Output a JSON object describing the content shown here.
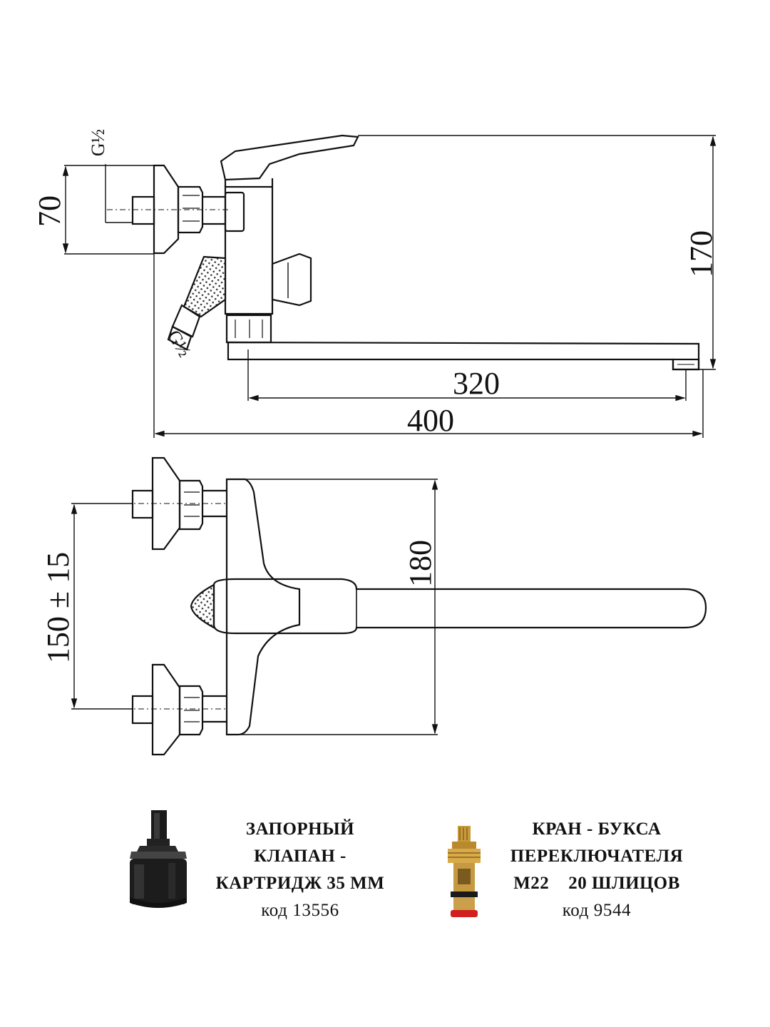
{
  "dimensions": {
    "side_view": {
      "height_inlet": "70",
      "height_total": "170",
      "spout_length": "320",
      "total_length": "400",
      "thread_top": "G½",
      "thread_bottom": "G½"
    },
    "top_view": {
      "inlet_spacing": "150 ± 15",
      "body_width": "180"
    }
  },
  "parts": [
    {
      "name_lines": [
        "ЗАПОРНЫЙ",
        "КЛАПАН -",
        "КАРТРИДЖ 35 ММ"
      ],
      "code": "код 13556"
    },
    {
      "name_lines": [
        "КРАН - БУКСА",
        "ПЕРЕКЛЮЧАТЕЛЯ",
        "М22    20 ШЛИЦОВ"
      ],
      "code": "код 9544"
    }
  ]
}
